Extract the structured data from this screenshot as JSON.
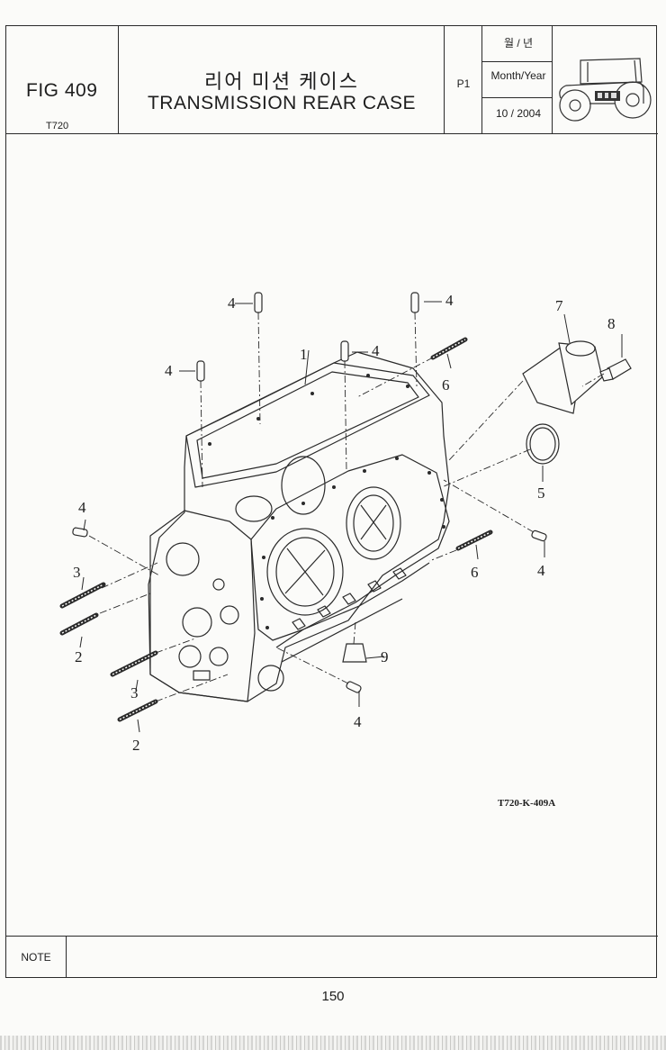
{
  "header": {
    "fig_label": "FIG 409",
    "model": "T720",
    "title_ko": "리어 미션 케이스",
    "title_en": "TRANSMISSION REAR CASE",
    "page_code": "P1",
    "date_header_ko": "월 / 년",
    "date_header_en": "Month/Year",
    "date_value": "10 / 2004"
  },
  "diagram": {
    "drawing_code": "T720-K-409A",
    "callouts": [
      "1",
      "2",
      "2",
      "3",
      "3",
      "4",
      "4",
      "4",
      "4",
      "4",
      "4",
      "4",
      "5",
      "6",
      "6",
      "7",
      "8",
      "9"
    ]
  },
  "footer": {
    "note_label": "NOTE",
    "page_number": "150"
  },
  "colors": {
    "line": "#2a2a2a",
    "paper": "#fbfbf9"
  },
  "icons": [
    "tractor-icon"
  ]
}
